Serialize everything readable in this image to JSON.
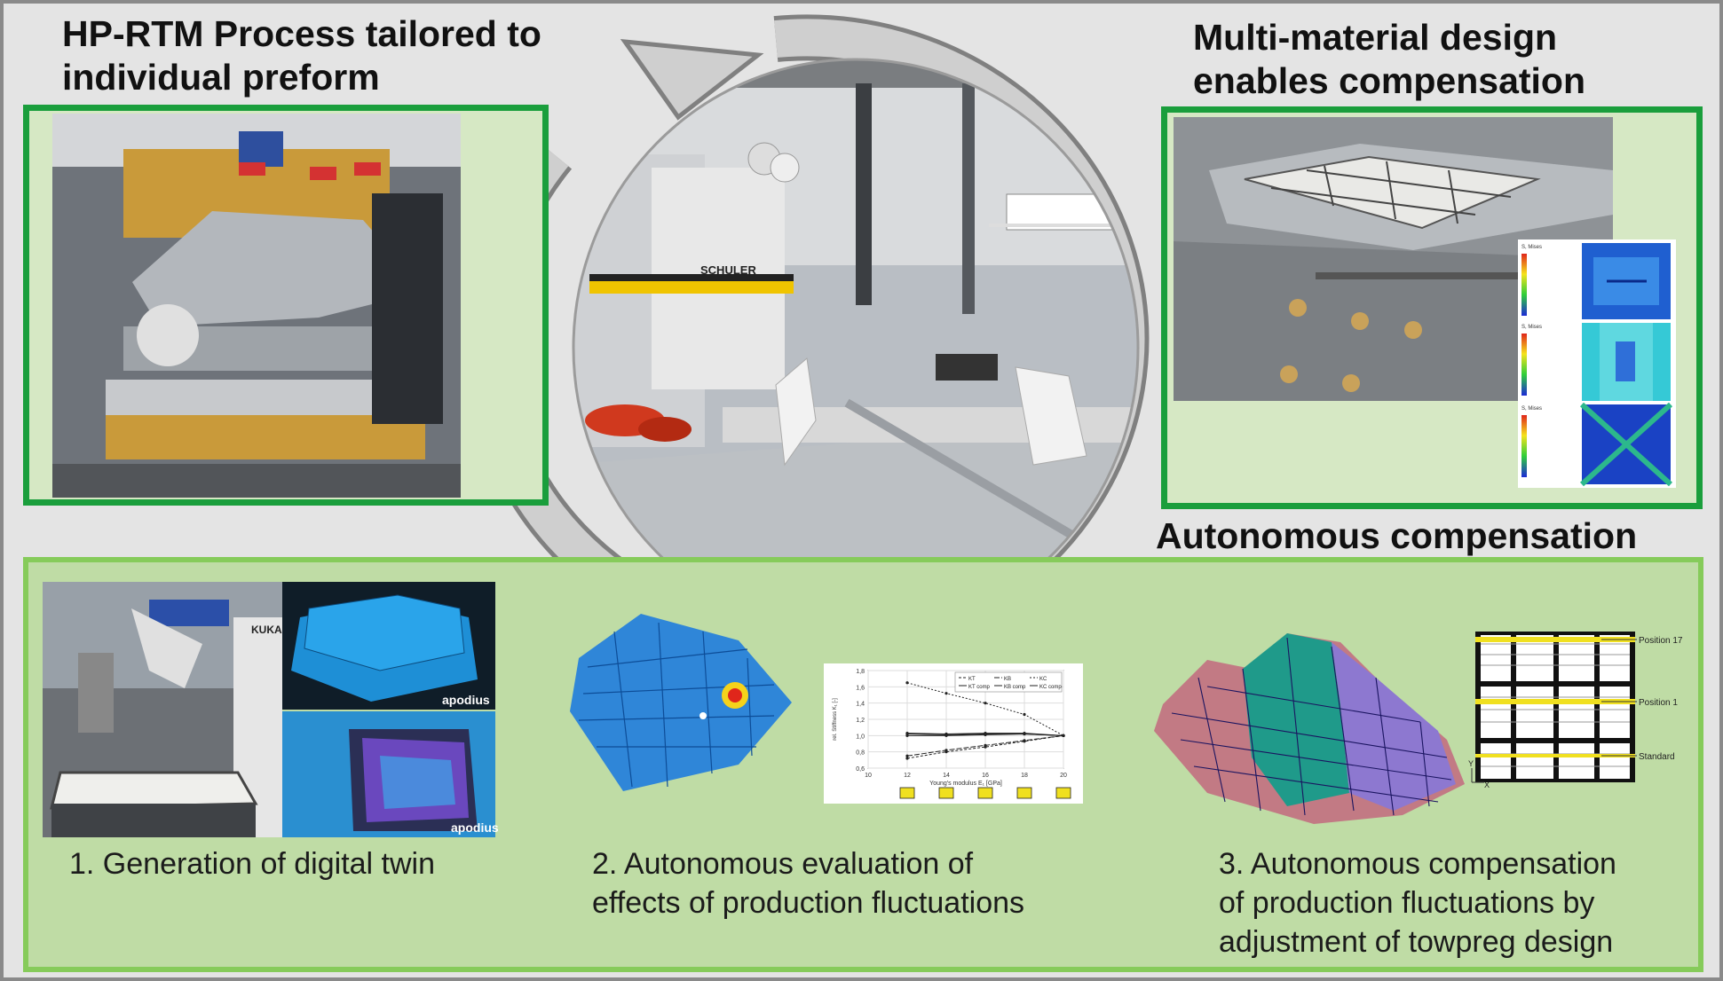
{
  "titles": {
    "hp_rtm_line1": "HP-RTM Process tailored to",
    "hp_rtm_line2": "individual preform",
    "multi_line1": "Multi-material design",
    "multi_line2": "enables compensation",
    "autonomous": "Autonomous compensation"
  },
  "captions": {
    "step1": "1. Generation of digital twin",
    "step2_line1": "2. Autonomous evaluation of",
    "step2_line2": "effects of production fluctuations",
    "step3_line1": "3. Autonomous compensation",
    "step3_line2": "of production fluctuations by",
    "step3_line3": "adjustment of towpreg design"
  },
  "photo_labels": {
    "robot_brand": "KUKA",
    "scan_brand_top": "apodius",
    "scan_brand_bottom": "apodius",
    "press_brand": "SCHULER"
  },
  "mini_chart": {
    "legend": [
      "KT",
      "KB",
      "KC",
      "KT comp",
      "KB comp",
      "KC comp"
    ],
    "xlabel": "Young's modulus E₁ [GPa]",
    "ylabel": "rel. Stiffness K₁ [-]",
    "xticks": [
      "10",
      "12",
      "14",
      "16",
      "18",
      "20"
    ],
    "yticks": [
      "1,8",
      "1,6",
      "1,4",
      "1,2",
      "1,0",
      "0,8",
      "0,6"
    ]
  },
  "chart_data": {
    "type": "line",
    "x": [
      12,
      14,
      16,
      18,
      20
    ],
    "xlim": [
      10,
      20
    ],
    "ylim": [
      0.6,
      1.8
    ],
    "series": [
      {
        "name": "KT",
        "values": [
          0.72,
          0.8,
          0.86,
          0.93,
          1.0
        ]
      },
      {
        "name": "KB",
        "values": [
          0.75,
          0.82,
          0.88,
          0.94,
          1.0
        ]
      },
      {
        "name": "KC",
        "values": [
          1.65,
          1.52,
          1.4,
          1.26,
          1.0
        ]
      },
      {
        "name": "KT comp",
        "values": [
          1.02,
          1.01,
          1.02,
          1.02,
          1.0
        ]
      },
      {
        "name": "KB comp",
        "values": [
          1.0,
          1.0,
          1.01,
          1.02,
          1.0
        ]
      },
      {
        "name": "KC comp",
        "values": [
          1.03,
          1.02,
          1.03,
          1.03,
          1.0
        ]
      }
    ]
  },
  "towpreg_labels": {
    "pos17": "Position 17",
    "pos1": "Position 1",
    "standard": "Standard",
    "axis_y": "Y",
    "axis_x": "X"
  },
  "fem_legend": {
    "label1": "S, Mises",
    "label2": "S, Mises",
    "label3": "S, Mises"
  },
  "colors": {
    "green_border": "#1a9e3c",
    "light_green_border": "#86cb5a",
    "bottom_fill": "#bfdca5",
    "mesh_blue": "#2f86d8"
  }
}
